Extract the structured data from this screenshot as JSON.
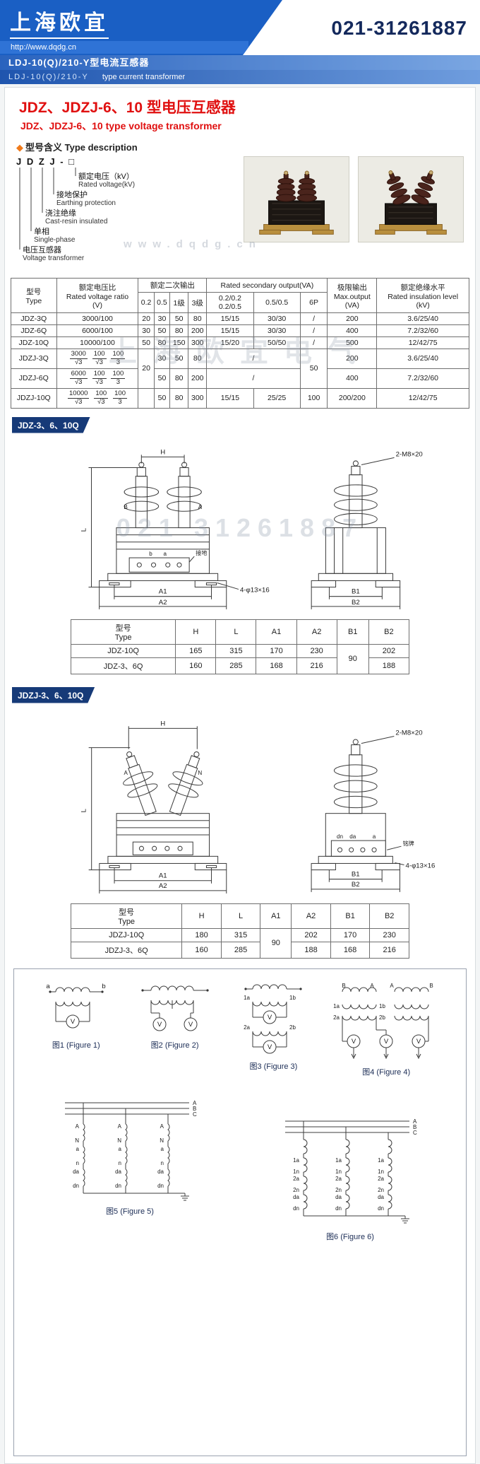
{
  "watermarks": {
    "photos": "www.dqdg.cn",
    "table": "上海欧宜电气",
    "drawing": "021 31261887"
  },
  "header": {
    "company": "上海欧宜",
    "website": "http://www.dqdg.cn",
    "phone": "021-31261887",
    "sub_cn": "LDJ-10(Q)/210-Y型电流互感器",
    "sub_model": "LDJ-10(Q)/210-Y",
    "sub_en": "type current transformer"
  },
  "title": {
    "cn": "JDZ、JDZJ-6、10 型电压互感器",
    "en": "JDZ、JDZJ-6、10 type voltage transformer"
  },
  "type_description": {
    "bullet": "◆",
    "heading": "型号含义 Type description",
    "code": "J D Z J - □",
    "items": [
      {
        "cn": "额定电压（kV）",
        "en": "Rated voltage(kV)"
      },
      {
        "cn": "接地保护",
        "en": "Earthing protection"
      },
      {
        "cn": "浇注绝缘",
        "en": "Cast-resin insulated"
      },
      {
        "cn": "单相",
        "en": "Single-phase"
      },
      {
        "cn": "电压互感器",
        "en": "Voltage transformer"
      }
    ]
  },
  "spec_table": {
    "h_type_cn": "型号",
    "h_type_en": "Type",
    "h_ratio_cn": "额定电压比",
    "h_ratio_en": "Rated voltage ratio",
    "h_ratio_unit": "(V)",
    "h_sec_cn": "额定二次输出",
    "h_sec_en": "Rated secondary output(VA)",
    "h_cls": [
      "0.2",
      "0.5",
      "1级",
      "3级"
    ],
    "h_b1a": "0.2/0.2",
    "h_b1b": "0.2/0.5",
    "h_b2": "0.5/0.5",
    "h_b3": "6P",
    "h_max_cn": "极限输出",
    "h_max_en": "Max.output",
    "h_max_unit": "(VA)",
    "h_ins_cn": "额定绝缘水平",
    "h_ins_en": "Rated insulation level",
    "h_ins_unit": "(kV)",
    "rows": [
      {
        "type": "JDZ-3Q",
        "ratio": "3000/100",
        "c1": "20",
        "c2": "30",
        "c3": "50",
        "c4": "80",
        "s1": "15/15",
        "s2": "30/30",
        "s3": "/",
        "max": "200",
        "ins": "3.6/25/40"
      },
      {
        "type": "JDZ-6Q",
        "ratio": "6000/100",
        "c1": "30",
        "c2": "50",
        "c3": "80",
        "c4": "200",
        "s1": "15/15",
        "s2": "30/30",
        "s3": "/",
        "max": "400",
        "ins": "7.2/32/60"
      },
      {
        "type": "JDZ-10Q",
        "ratio": "10000/100",
        "c1": "50",
        "c2": "80",
        "c3": "150",
        "c4": "300",
        "s1": "15/20",
        "s2": "50/50",
        "s3": "/",
        "max": "500",
        "ins": "12/42/75"
      },
      {
        "type": "JDZJ-3Q",
        "fr": [
          [
            "3000",
            "√3"
          ],
          [
            "100",
            "√3"
          ],
          [
            "100",
            "3"
          ]
        ],
        "c1": "20",
        "c2": "30",
        "c3": "50",
        "c4": "80",
        "s12": "/",
        "s3": "50",
        "max": "200",
        "ins": "3.6/25/40"
      },
      {
        "type": "JDZJ-6Q",
        "fr": [
          [
            "6000",
            "√3"
          ],
          [
            "100",
            "√3"
          ],
          [
            "100",
            "3"
          ]
        ],
        "c2": "50",
        "c3": "80",
        "c4": "200",
        "s12": "/",
        "max": "400",
        "ins": "7.2/32/60"
      },
      {
        "type": "JDZJ-10Q",
        "fr": [
          [
            "10000",
            "√3"
          ],
          [
            "100",
            "√3"
          ],
          [
            "100",
            "3"
          ]
        ],
        "c2": "50",
        "c3": "80",
        "c4": "300",
        "s1": "15/15",
        "s2": "25/25",
        "s3": "100",
        "max": "200/200",
        "ins": "12/42/75"
      }
    ]
  },
  "jdz": {
    "ribbon": "JDZ-3、6、10Q",
    "dims": {
      "H": "H",
      "L": "L",
      "A1": "A1",
      "A2": "A2",
      "B1": "B1",
      "B2": "B2"
    },
    "ann_bolt": "2-M8×20",
    "ann_hole": "4-φ13×16",
    "tB": "B",
    "tA": "A",
    "tb": "b",
    "ta": "a",
    "ground": "接地",
    "table": {
      "h_type_cn": "型号",
      "h_type_en": "Type",
      "cols": [
        "H",
        "L",
        "A1",
        "A2",
        "B1",
        "B2"
      ],
      "r1": [
        "JDZ-10Q",
        "165",
        "315",
        "170",
        "230",
        "90",
        "202"
      ],
      "r2": [
        "JDZ-3、6Q",
        "160",
        "285",
        "168",
        "216",
        "188"
      ]
    }
  },
  "jdzj": {
    "ribbon": "JDZJ-3、6、10Q",
    "dims": {
      "H": "H",
      "L": "L",
      "A1": "A1",
      "A2": "A2",
      "B1": "B1",
      "B2": "B2"
    },
    "ann_bolt": "2-M8×20",
    "ann_hole": "4-φ13×16",
    "tA": "A",
    "tN": "N",
    "t_dn": "dn",
    "t_da": "da",
    "t_a": "a",
    "nameplate": "铭牌",
    "table": {
      "h_type_cn": "型号",
      "h_type_en": "Type",
      "cols": [
        "H",
        "L",
        "A1",
        "A2",
        "B1",
        "B2"
      ],
      "r1": [
        "JDZJ-10Q",
        "180",
        "315",
        "90",
        "202",
        "170",
        "230"
      ],
      "r2": [
        "JDZJ-3、6Q",
        "160",
        "285",
        "188",
        "168",
        "216"
      ]
    }
  },
  "figures": {
    "meter": "V",
    "fig1": {
      "caption": "图1 (Figure 1)",
      "la": "a",
      "lb": "b"
    },
    "fig2": {
      "caption": "图2 (Figure 2)"
    },
    "fig3": {
      "caption": "图3 (Figure 3)",
      "l1a": "1a",
      "l1b": "1b",
      "l2a": "2a",
      "l2b": "2b"
    },
    "fig4": {
      "caption": "图4 (Figure 4)",
      "lB": "B",
      "lA": "A",
      "l1a": "1a",
      "l1b": "1b",
      "l2a": "2a",
      "l2b": "2b"
    },
    "fig5": {
      "caption": "图5 (Figure 5)",
      "busA": "A",
      "busB": "B",
      "busC": "C",
      "p1": "A",
      "p2": "N",
      "s1": "a",
      "s2": "n",
      "t1": "da",
      "t2": "dn"
    },
    "fig6": {
      "caption": "图6 (Figure 6)",
      "busA": "A",
      "busB": "B",
      "busC": "C",
      "s1a": "1a",
      "s1n": "1n",
      "s2a": "2a",
      "s2n": "2n",
      "t1": "da",
      "t2": "dn"
    }
  }
}
